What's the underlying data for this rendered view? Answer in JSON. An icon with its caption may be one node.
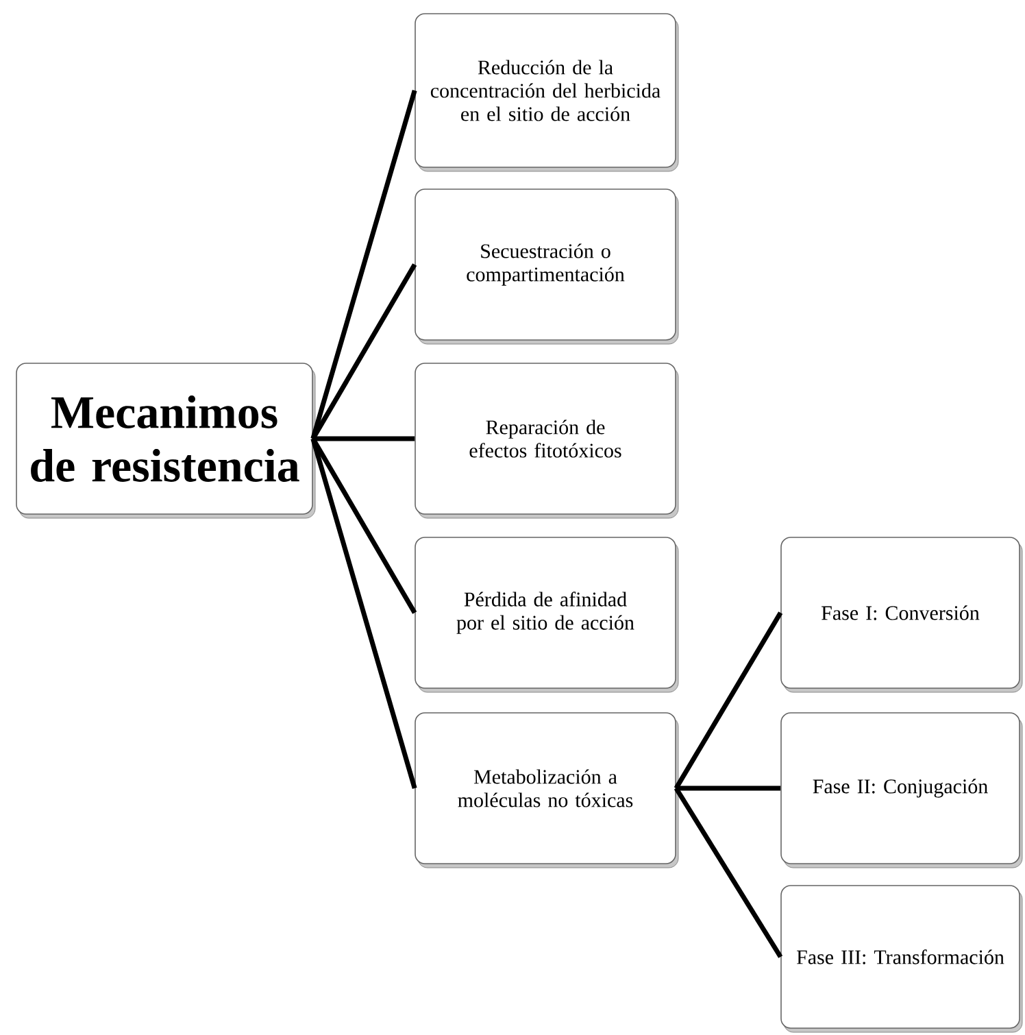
{
  "diagram": {
    "nodes": [
      {
        "text": [
          "Mecanimos de resistencia"
        ]
      },
      {
        "text": [
          "Reducción de la concentración del herbicida en el sitio de acción"
        ]
      },
      {
        "text": [
          "Secuestración o compartimentación"
        ]
      },
      {
        "text": [
          "Reparación de efectos fitotóxicos"
        ]
      },
      {
        "text": [
          "Pérdida de afinidad por el sitio de acción"
        ]
      },
      {
        "text": [
          "Metabolización a moléculas no tóxicas"
        ]
      },
      {
        "text": [
          "Fase I: Conversión"
        ]
      },
      {
        "text": [
          "Fase II:  Conjugación"
        ]
      },
      {
        "text": [
          "Fase III: Transformación"
        ]
      }
    ],
    "edges": [
      {
        "from": 0,
        "to": 1,
        "arrow": "none"
      },
      {
        "from": 0,
        "to": 2,
        "arrow": "none"
      },
      {
        "from": 0,
        "to": 3,
        "arrow": "none"
      },
      {
        "from": 0,
        "to": 4,
        "arrow": "none"
      },
      {
        "from": 0,
        "to": 5,
        "arrow": "none"
      },
      {
        "from": 5,
        "to": 6,
        "arrow": "none"
      },
      {
        "from": 5,
        "to": 7,
        "arrow": "none"
      },
      {
        "from": 5,
        "to": 8,
        "arrow": "none"
      }
    ]
  }
}
